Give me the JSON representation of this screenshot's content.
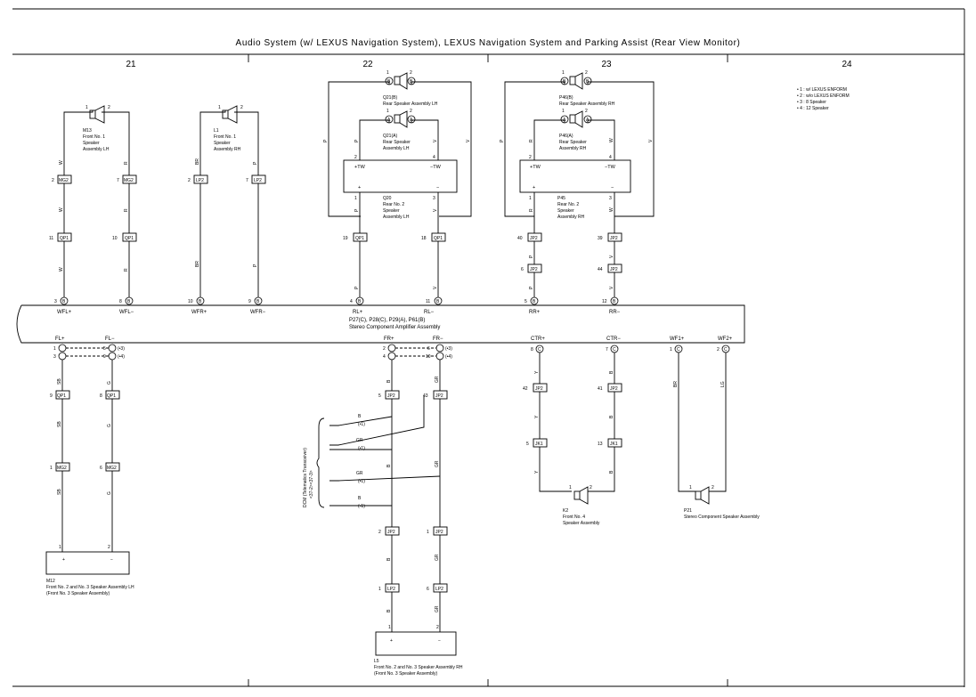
{
  "header": {
    "title": "Audio System (w/ LEXUS Navigation System),  LEXUS Navigation System and Parking Assist (Rear View Monitor)",
    "columns": [
      "21",
      "22",
      "23",
      "24"
    ]
  },
  "notes": [
    "• 1 : w/ LEXUS ENFORM",
    "• 2 : w/o LEXUS ENFORM",
    "• 3 : 8 Speaker",
    "• 4 : 12 Speaker"
  ],
  "amplifier": {
    "name_line1": "P27(C), P28(C), P29(A), P61(B)",
    "name_line2": "Stereo Component Amplifier Assembly",
    "top_terms": [
      {
        "pin": "3",
        "conn": "B",
        "label": "WFL+"
      },
      {
        "pin": "8",
        "conn": "B",
        "label": "WFL−"
      },
      {
        "pin": "10",
        "conn": "B",
        "label": "WFR+"
      },
      {
        "pin": "9",
        "conn": "B",
        "label": "WFR−"
      },
      {
        "pin": "4",
        "conn": "B",
        "label": "RL+"
      },
      {
        "pin": "11",
        "conn": "B",
        "label": "RL−"
      },
      {
        "pin": "5",
        "conn": "B",
        "label": "RR+"
      },
      {
        "pin": "12",
        "conn": "B",
        "label": "RR−"
      }
    ],
    "bottom_labels": [
      "FL+",
      "FL−",
      "FR+",
      "FR−",
      "CTR+",
      "CTR−",
      "WF1+",
      "WF2+"
    ]
  },
  "components": {
    "m13": [
      "M13",
      "Front No. 1",
      "Speaker",
      "Assembly LH"
    ],
    "l1": [
      "L1",
      "Front No. 1",
      "Speaker",
      "Assembly RH"
    ],
    "q21b": [
      "Q21(B)",
      "Rear Speaker Assembly LH"
    ],
    "q21a": [
      "Q21(A)",
      "Rear Speaker",
      "Assembly LH"
    ],
    "q20": [
      "Q20",
      "Rear No. 2",
      "Speaker",
      "Assembly LH"
    ],
    "p46b": [
      "P46(B)",
      "Rear Speaker Assembly RH"
    ],
    "p46a": [
      "P46(A)",
      "Rear Speaker",
      "Assembly RH"
    ],
    "p45": [
      "P45",
      "Rear No. 2",
      "Speaker",
      "Assembly RH"
    ],
    "m12": [
      "M12",
      "Front No. 2 and No. 3 Speaker Assembly LH",
      "(Front No. 3 Speaker Assembly)"
    ],
    "l5": [
      "L5",
      "Front No. 2 and No. 3 Speaker Assembly RH",
      "(Front No. 3 Speaker Assembly)"
    ],
    "k2": [
      "K2",
      "Front No. 4",
      "Speaker Assembly"
    ],
    "p21": [
      "P21",
      "Stereo Component Speaker Assembly"
    ],
    "dcm": [
      "DCM (Telematics Transceiver)",
      "<37-2><37-3>"
    ]
  },
  "labels": {
    "tw_plus": "+TW",
    "tw_minus": "−TW",
    "plus": "+",
    "minus": "−"
  }
}
